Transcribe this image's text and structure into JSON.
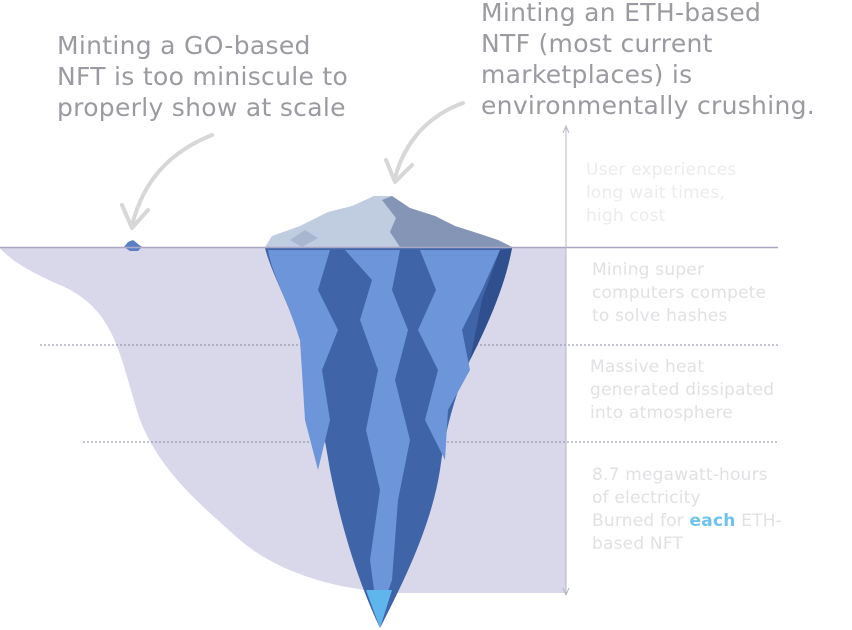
{
  "callouts": {
    "go_nft": [
      "Minting a GO-based",
      "NFT is too miniscule to",
      "properly show at scale"
    ],
    "eth_nft": [
      "Minting an ETH-based",
      "NTF (most current",
      "marketplaces) is",
      "environmentally crushing."
    ]
  },
  "notes": {
    "user_experience": [
      "User experiences",
      "long wait times,",
      "high cost"
    ],
    "mining": [
      "Mining super",
      "computers compete",
      "to solve hashes"
    ],
    "heat": [
      "Massive heat",
      "generated dissipated",
      "into  atmosphere"
    ],
    "energy": {
      "line1": "8.7 megawatt-hours",
      "line2": "of electricity",
      "line3_prefix": "Burned for ",
      "line3_highlight": "each",
      "line3_suffix": " ETH-",
      "line4": "based NFT"
    }
  },
  "colors": {
    "water": "#d9d7ea",
    "waterline": "#a9a7c4",
    "ice_dark": "#3f64a8",
    "ice_light": "#6d95d9",
    "ice_top_light": "#c0cce0",
    "ice_top_dark": "#8595b6",
    "tip": "#5fb6ec",
    "arrow": "#d7d7d7",
    "highlight": "#6ec3ec"
  }
}
